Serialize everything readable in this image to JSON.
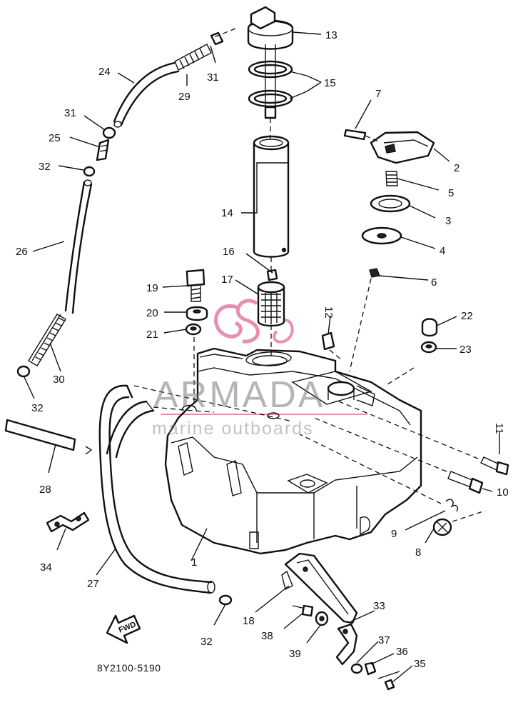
{
  "diagram": {
    "drawing_code": "8Y2100-5190",
    "direction_marker": "FWD",
    "watermark": {
      "brand": "ARMADA",
      "tagline": "marine outboards",
      "accent_color": "#e06a9a",
      "text_color": "#8c8c8c"
    },
    "callouts": [
      "1",
      "2",
      "3",
      "4",
      "5",
      "6",
      "7",
      "8",
      "9",
      "10",
      "11",
      "12",
      "13",
      "14",
      "15",
      "16",
      "17",
      "18",
      "19",
      "20",
      "21",
      "22",
      "23",
      "24",
      "25",
      "26",
      "27",
      "28",
      "29",
      "30",
      "31",
      "31",
      "32",
      "32",
      "32",
      "33",
      "34",
      "35",
      "36",
      "37",
      "38",
      "39"
    ]
  }
}
